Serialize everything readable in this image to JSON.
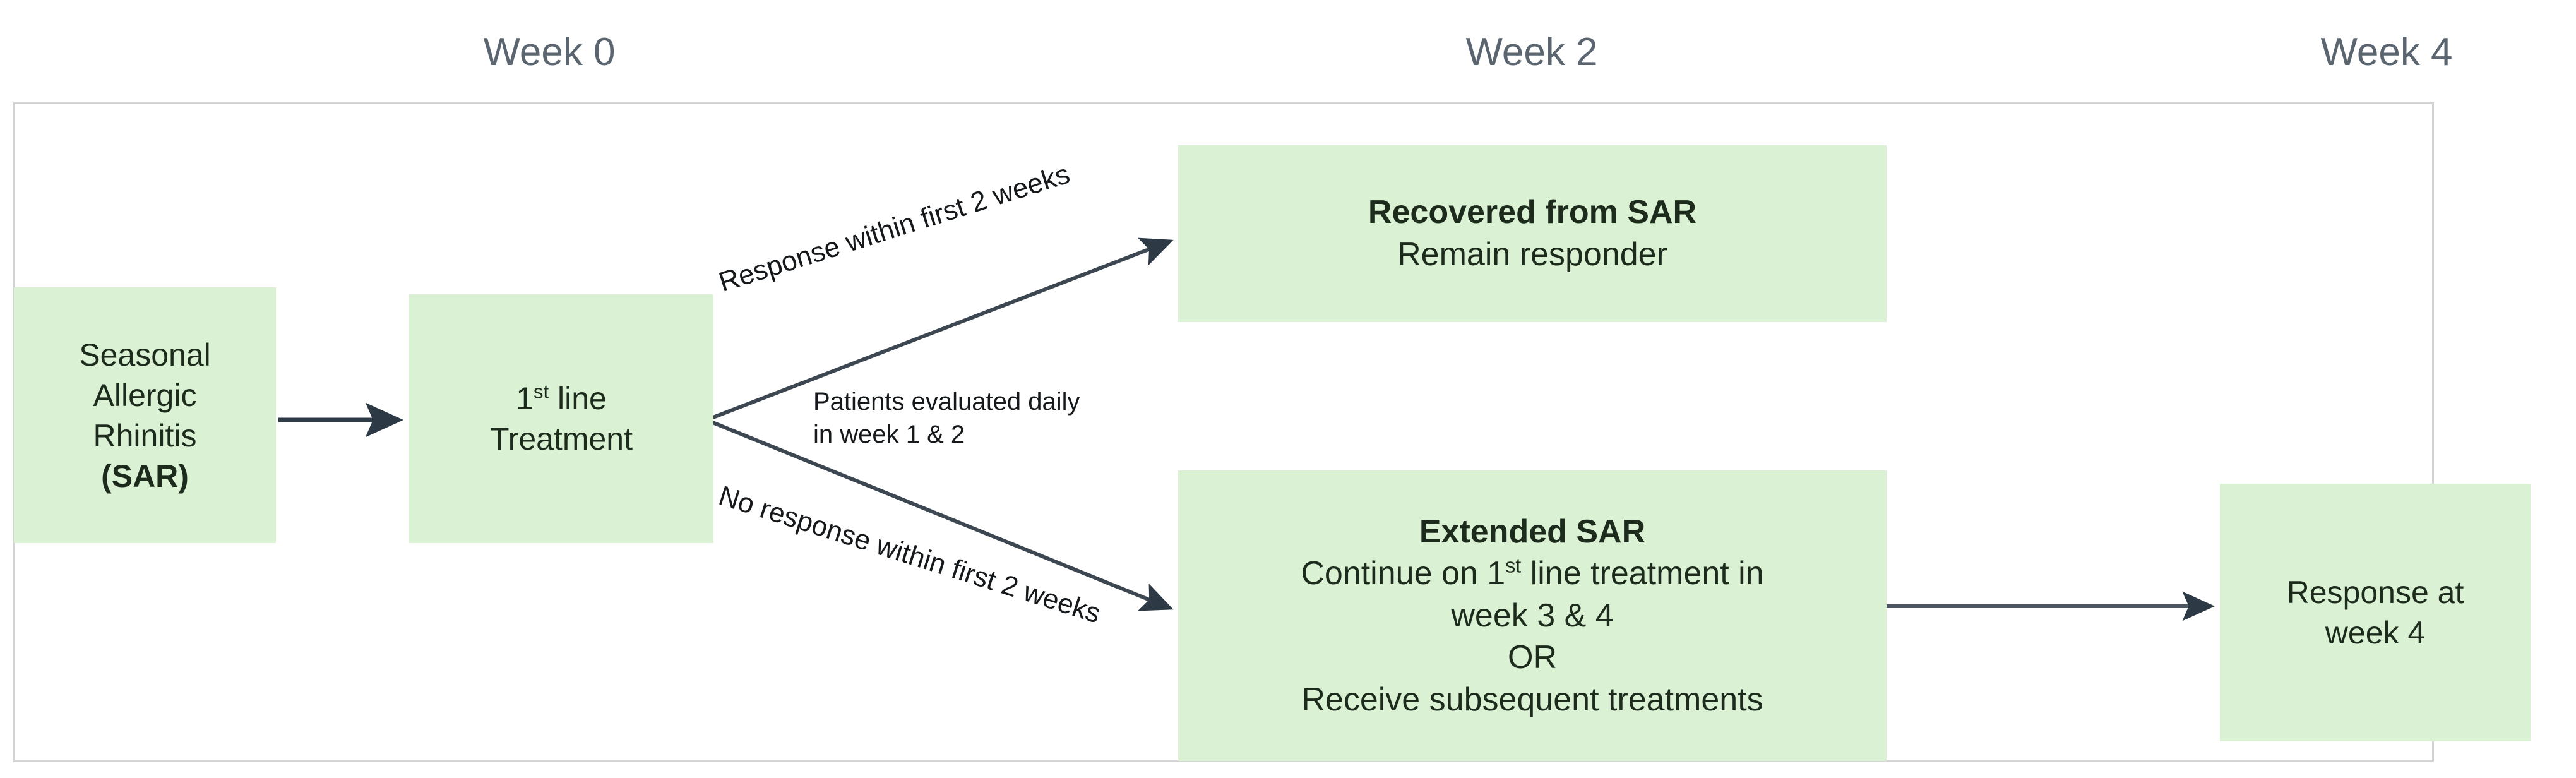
{
  "diagram": {
    "title": "SAR treatment response study flow",
    "colors": {
      "node_fill": "#dbf1d4",
      "frame_border": "#d3d3d3",
      "week_label": "#5a6570",
      "arrow": "#2d3a45",
      "text": "#1d2b1d"
    }
  },
  "timeline": {
    "headers": [
      {
        "label": "Week 0"
      },
      {
        "label": "Week 2"
      },
      {
        "label": "Week 4"
      }
    ]
  },
  "nodes": {
    "sar": {
      "lines": [
        {
          "text": "Seasonal",
          "bold": false
        },
        {
          "text": "Allergic",
          "bold": false
        },
        {
          "text": "Rhinitis",
          "bold": false
        },
        {
          "text": "(SAR)",
          "bold": true
        }
      ]
    },
    "treatment": {
      "line1_pre": "1",
      "line1_sup": "st",
      "line1_post": " line",
      "line2": "Treatment"
    },
    "recovered": {
      "title": "Recovered from SAR",
      "subtitle": "Remain responder"
    },
    "extended": {
      "title": "Extended SAR",
      "line2_pre": "Continue on 1",
      "line2_sup": "st",
      "line2_post": " line treatment in",
      "line3": "week 3 & 4",
      "line4": "OR",
      "line5": "Receive subsequent treatments"
    },
    "response_week4": {
      "line1": "Response at",
      "line2": "week 4"
    }
  },
  "edges": {
    "response_yes": "Response within first 2 weeks",
    "response_no": "No response within first 2 weeks",
    "evaluated_line1": "Patients evaluated daily",
    "evaluated_line2": "in week 1 & 2"
  }
}
